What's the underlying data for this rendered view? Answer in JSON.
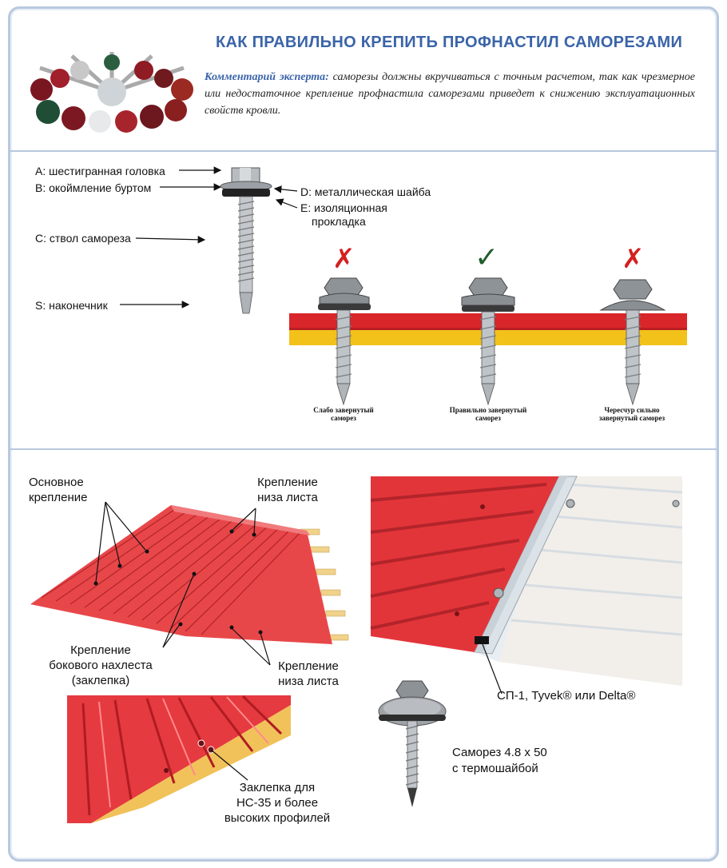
{
  "header": {
    "title": "КАК ПРАВИЛЬНО КРЕПИТЬ ПРОФНАСТИЛ САМОРЕЗАМИ",
    "comment_lead": "Комментарий эксперта:",
    "comment_text": " саморезы должны вкручиваться с точным расчетом, так как чрезмерное или недостаточное крепление профнастила саморезами приведет к снижению эксплуатационных свойств кровли."
  },
  "anatomy": {
    "a": "A: шестигранная головка",
    "b": "B: окоймление буртом",
    "c": "C: ствол самореза",
    "s": "S: наконечник",
    "d": "D: металлическая шайба",
    "e_line1": "E: изоляционная",
    "e_line2": "прокладка"
  },
  "tightening": {
    "items": [
      {
        "mark": "✗",
        "caption_line1": "Слабо завернутый",
        "caption_line2": "саморез"
      },
      {
        "mark": "✓",
        "caption_line1": "Правильно завернутый",
        "caption_line2": "саморез"
      },
      {
        "mark": "✗",
        "caption_line1": "Чересчур сильно",
        "caption_line2": "завернутый саморез"
      }
    ]
  },
  "mounting": {
    "main_line1": "Основное",
    "main_line2": "крепление",
    "bottom_top_line1": "Крепление",
    "bottom_top_line2": "низа листа",
    "side_line1": "Крепление",
    "side_line2": "бокового нахлеста",
    "side_line3": "(заклепка)",
    "bottom_right_line1": "Крепление",
    "bottom_right_line2": "низа листа",
    "rivet_line1": "Заклепка для",
    "rivet_line2": "НС-35 и более",
    "rivet_line3": "высоких профилей",
    "membrane": "СП-1, Tyvek® или Delta®",
    "screw_line1": "Саморез 4.8 х 50",
    "screw_line2": "с термошайбой"
  },
  "colors": {
    "title_blue": "#3a64a8",
    "roof_red": "#d9262b",
    "insulation_yellow": "#f2c21a",
    "frame": "#b8c8de"
  }
}
